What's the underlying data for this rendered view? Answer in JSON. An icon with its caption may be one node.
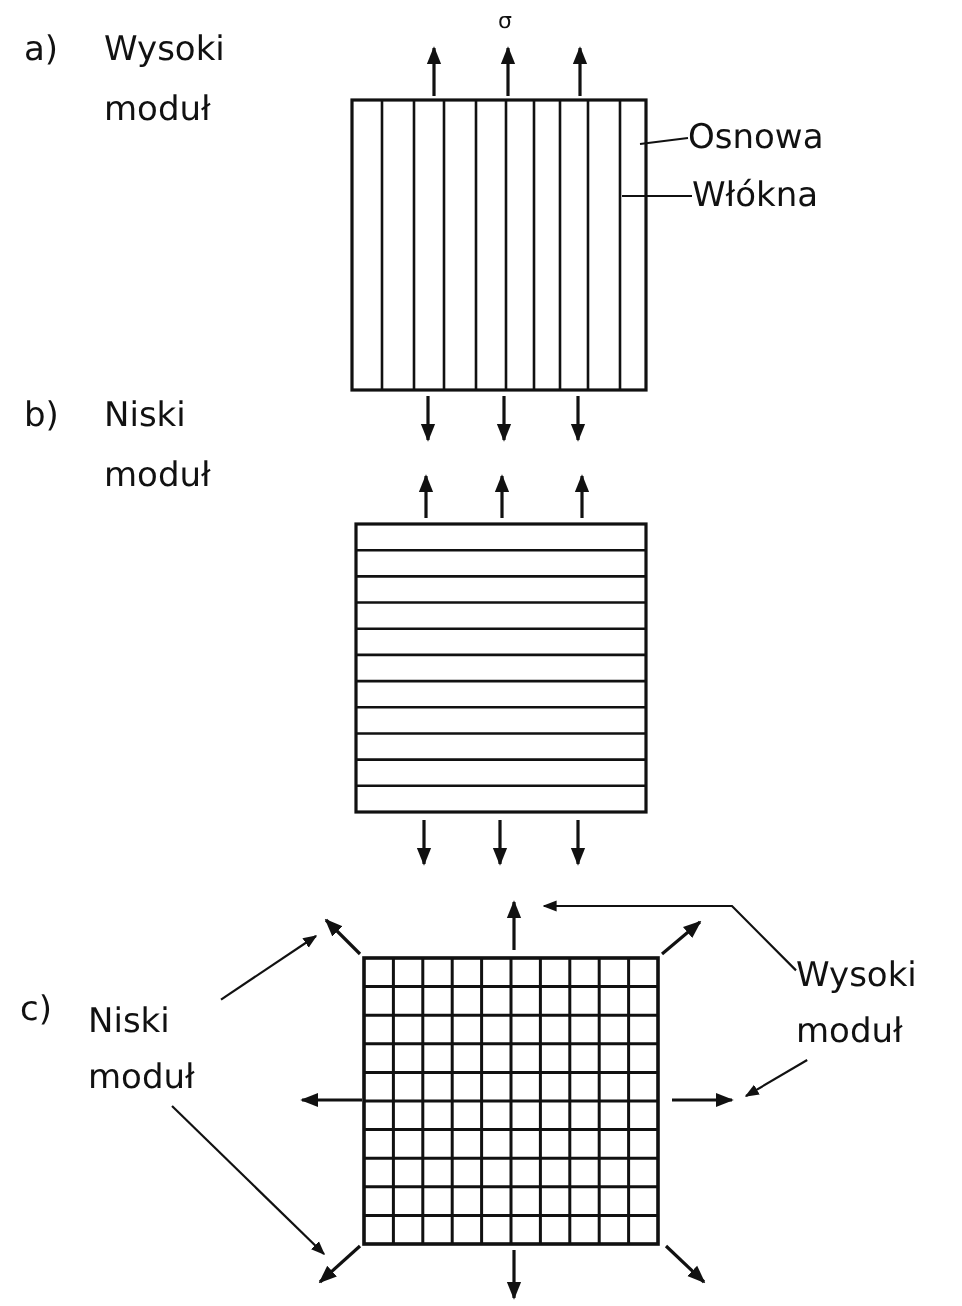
{
  "diagram": {
    "nodes": [
      {
        "text": [
          "Osnowa"
        ]
      },
      {
        "text": [
          "Włókna"
        ]
      },
      {
        "text": [
          "Niski moduł"
        ]
      },
      {
        "text": [
          "Wysoki moduł"
        ]
      }
    ],
    "edges": [
      {
        "from": 0,
        "to": null,
        "arrow": "none"
      },
      {
        "from": 1,
        "to": null,
        "arrow": "none"
      },
      {
        "from": 2,
        "to": null,
        "arrow": "to"
      },
      {
        "from": 2,
        "to": null,
        "arrow": "to"
      },
      {
        "from": 3,
        "to": null,
        "arrow": "to"
      },
      {
        "from": 3,
        "to": null,
        "arrow": "to"
      }
    ],
    "labels": [
      "σ",
      "a)",
      "Wysoki moduł",
      "b)",
      "Niski moduł",
      "c)"
    ]
  }
}
